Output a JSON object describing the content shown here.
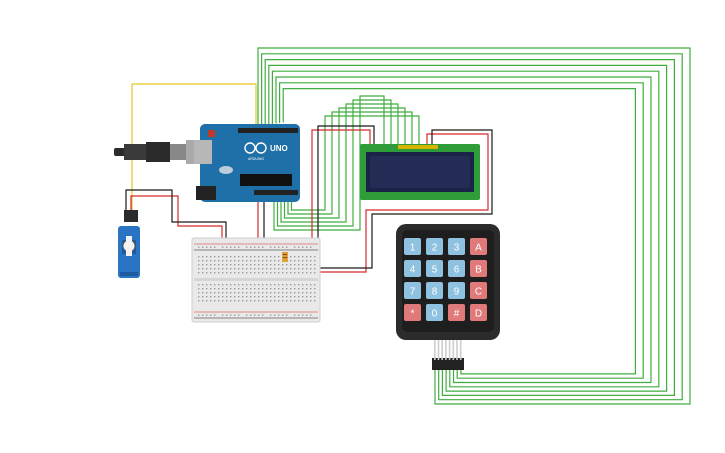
{
  "arduino": {
    "logo": "UNO",
    "brand": "ARDUINO"
  },
  "keypad": {
    "rows": [
      [
        {
          "label": "1",
          "kind": "num"
        },
        {
          "label": "2",
          "kind": "num"
        },
        {
          "label": "3",
          "kind": "num"
        },
        {
          "label": "A",
          "kind": "letter"
        }
      ],
      [
        {
          "label": "4",
          "kind": "num"
        },
        {
          "label": "5",
          "kind": "num"
        },
        {
          "label": "6",
          "kind": "num"
        },
        {
          "label": "B",
          "kind": "letter"
        }
      ],
      [
        {
          "label": "7",
          "kind": "num"
        },
        {
          "label": "8",
          "kind": "num"
        },
        {
          "label": "9",
          "kind": "num"
        },
        {
          "label": "C",
          "kind": "letter"
        }
      ],
      [
        {
          "label": "*",
          "kind": "letter"
        },
        {
          "label": "0",
          "kind": "num"
        },
        {
          "label": "#",
          "kind": "letter"
        },
        {
          "label": "D",
          "kind": "letter"
        }
      ]
    ]
  },
  "colors": {
    "wire_green": "#3fae3f",
    "wire_red": "#d42a2a",
    "wire_black": "#1a1a1a",
    "wire_yellow": "#e8c51e",
    "arduino_board": "#1f6fa8",
    "lcd_board": "#2f9c3a",
    "lcd_screen": "#1a2345",
    "keypad_body": "#2b2b2b",
    "key_num": "#8fc2e0",
    "key_letter": "#e07a7a",
    "servo_body": "#2a74c4",
    "breadboard": "#e9e9e9"
  }
}
